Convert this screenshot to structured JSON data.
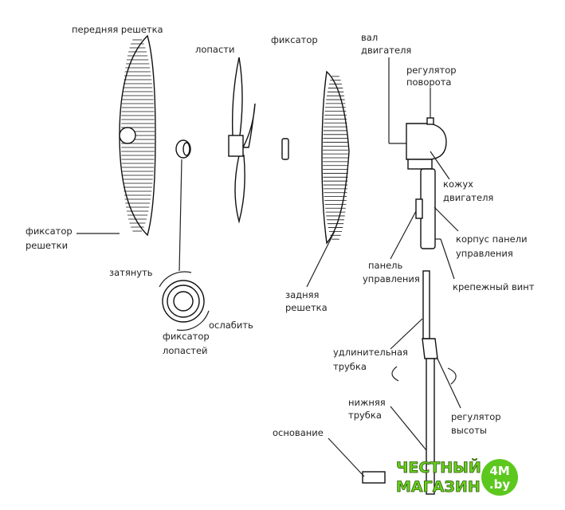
{
  "labels": {
    "front_grille": "передняя решетка",
    "blades": "лопасти",
    "fixator": "фиксатор",
    "motor_shaft_1": "вал",
    "motor_shaft_2": "двигателя",
    "rotation_regulator_1": "регулятор",
    "rotation_regulator_2": "поворота",
    "motor_cover_1": "кожух",
    "motor_cover_2": "двигателя",
    "grille_fixator_1": "фиксатор",
    "grille_fixator_2": "решетки",
    "panel_housing_1": "корпус панели",
    "panel_housing_2": "управления",
    "control_panel_1": "панель",
    "control_panel_2": "управления",
    "mount_screw": "крепежный винт",
    "tighten": "затянуть",
    "rear_grille_1": "задняя",
    "rear_grille_2": "решетка",
    "loosen": "ослабить",
    "blade_fixator_1": "фиксатор",
    "blade_fixator_2": "лопастей",
    "extension_tube_1": "удлинительная",
    "extension_tube_2": "трубка",
    "lower_tube_1": "нижняя",
    "lower_tube_2": "трубка",
    "height_regulator_1": "регулятор",
    "height_regulator_2": "высоты",
    "base": "основание"
  },
  "logo": {
    "line1": "ЧЕСТНЫЙ",
    "line2": "МАГАЗИН",
    "circle1": "4M",
    "circle2": ".by",
    "green": "#5cc81e"
  }
}
